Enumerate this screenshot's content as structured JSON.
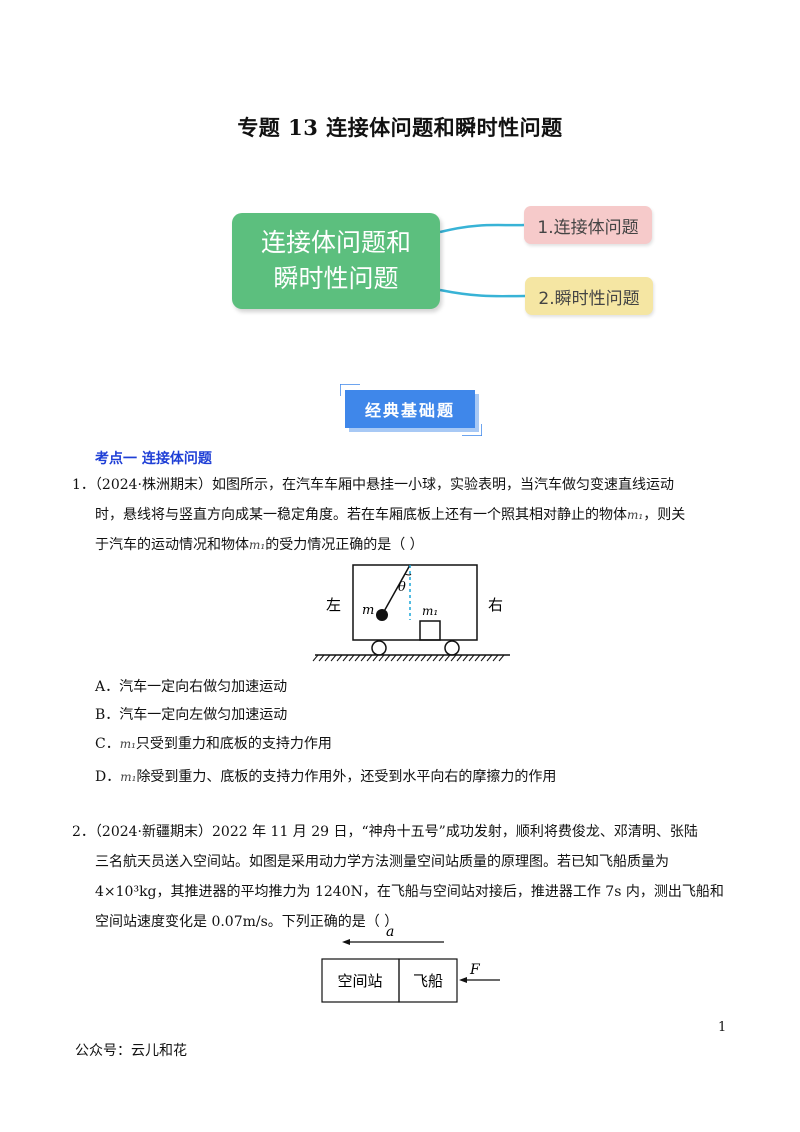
{
  "title": "专题 13  连接体问题和瞬时性问题",
  "mindmap": {
    "main": "连接体问题和\n瞬时性问题",
    "branch1": "1.连接体问题",
    "branch2": "2.瞬时性问题"
  },
  "badge": "经典基础题",
  "section1": "考点一  连接体问题",
  "q1": {
    "number": "1．",
    "source": "（2024·株洲期末）",
    "text_a": "如图所示，在汽车车厢中悬挂一小球，实验表明，当汽车做匀变速直线运动",
    "text_b": "时，悬线将与竖直方向成某一稳定角度。若在车厢底板上还有一个照其相对静止的物体",
    "m1": "m₁",
    "text_c": "，则关",
    "text_d": "于汽车的运动情况和物体",
    "text_e": "的受力情况正确的是（        ）",
    "figure": {
      "left": "左",
      "right": "右",
      "mass": "m",
      "angle": "θ",
      "block": "m₁"
    },
    "options": [
      {
        "label": "A．",
        "text": "汽车一定向右做匀加速运动"
      },
      {
        "label": "B．",
        "text": "汽车一定向左做匀加速运动"
      },
      {
        "label": "C．",
        "m": "m₁",
        "text": "只受到重力和底板的支持力作用"
      },
      {
        "label": "D．",
        "m": "m₁",
        "text": "除受到重力、底板的支持力作用外，还受到水平向右的摩擦力的作用"
      }
    ]
  },
  "q2": {
    "number": "2．",
    "source": "（2024·新疆期末）",
    "line1": "2022 年 11 月 29 日，“神舟十五号”成功发射，顺利将费俊龙、邓清明、张陆",
    "line2": "三名航天员送入空间站。如图是采用动力学方法测量空间站质量的原理图。若已知飞船质量为",
    "line3": "4×10³kg，其推进器的平均推力为 1240N，在飞船与空间站对接后，推进器工作 7s 内，测出飞船和",
    "line4": "空间站速度变化是 0.07m/s。下列正确的是（        ）",
    "figure": {
      "accel": "a",
      "force": "F",
      "station": "空间站",
      "ship": "飞船"
    }
  },
  "page_number": "1",
  "footer": "公众号：云儿和花",
  "colors": {
    "mindmap_main": "#5cbf7e",
    "node1": "#f6caca",
    "node2": "#f5e6a3",
    "badge": "#3f87ea",
    "section": "#1f3fd6"
  }
}
